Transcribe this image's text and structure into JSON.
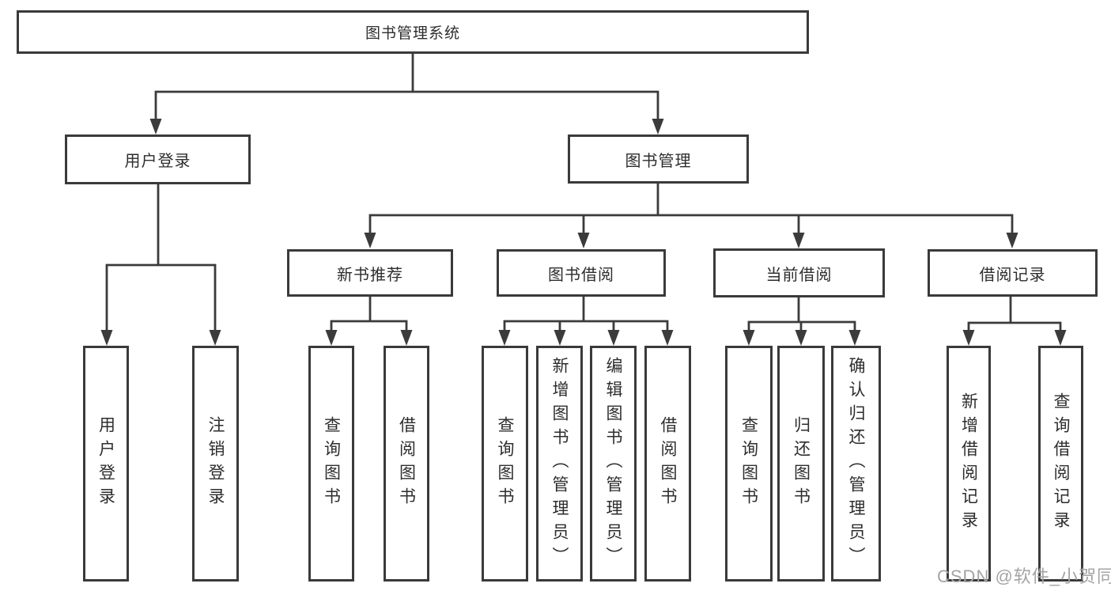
{
  "colors": {
    "line": "#3b3b3b",
    "box_border": "#3a3a3a",
    "text": "#2d2d2d",
    "watermark": "#a5a3a6",
    "background": "#ffffff"
  },
  "tree": {
    "root": {
      "label": "图书管理系统"
    },
    "branches": [
      {
        "label": "用户登录",
        "children": [
          {
            "label": "用户登录"
          },
          {
            "label": "注销登录"
          }
        ]
      },
      {
        "label": "图书管理",
        "children": [
          {
            "label": "新书推荐",
            "children": [
              {
                "label": "查询图书"
              },
              {
                "label": "借阅图书"
              }
            ]
          },
          {
            "label": "图书借阅",
            "children": [
              {
                "label": "查询图书"
              },
              {
                "label": "新增图书（管理员）"
              },
              {
                "label": "编辑图书（管理员）"
              },
              {
                "label": "借阅图书"
              }
            ]
          },
          {
            "label": "当前借阅",
            "children": [
              {
                "label": "查询图书"
              },
              {
                "label": "归还图书"
              },
              {
                "label": "确认归还（管理员）"
              }
            ]
          },
          {
            "label": "借阅记录",
            "children": [
              {
                "label": "新增借阅记录"
              },
              {
                "label": "查询借阅记录"
              }
            ]
          }
        ]
      }
    ]
  },
  "watermark": {
    "text": "CSDN @软件_小贺同学"
  }
}
